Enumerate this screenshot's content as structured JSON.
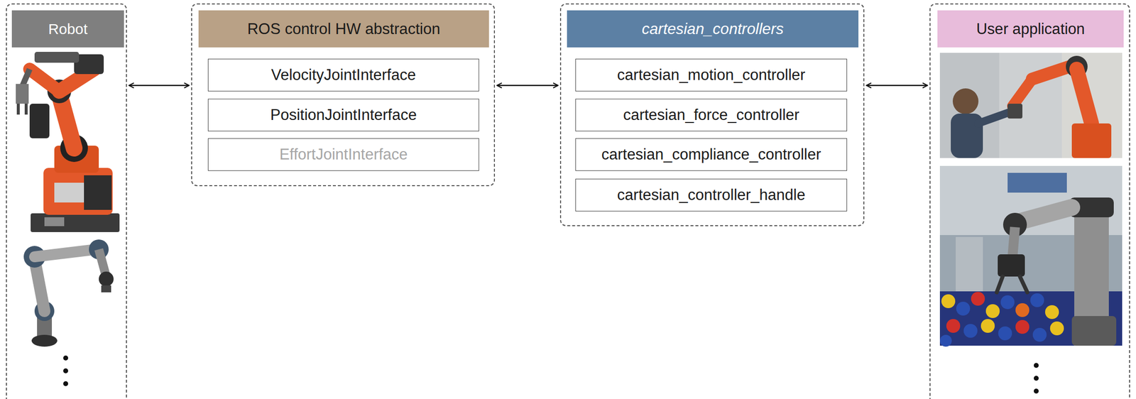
{
  "diagram": {
    "nodes": [
      {
        "text": [
          "Robot"
        ]
      },
      {
        "text": [
          "ROS control HW abstraction"
        ]
      },
      {
        "text": [
          "VelocityJointInterface"
        ],
        "in": 1
      },
      {
        "text": [
          "PositionJointInterface"
        ],
        "in": 1
      },
      {
        "text": [
          "EffortJointInterface"
        ],
        "in": 1
      },
      {
        "text": [
          "cartesian_controllers"
        ]
      },
      {
        "text": [
          "cartesian_motion_controller"
        ],
        "in": 5
      },
      {
        "text": [
          "cartesian_force_controller"
        ],
        "in": 5
      },
      {
        "text": [
          "cartesian_compliance_controller"
        ],
        "in": 5
      },
      {
        "text": [
          "cartesian_controller_handle"
        ],
        "in": 5
      },
      {
        "text": [
          "User application"
        ]
      }
    ],
    "edges": [
      {
        "from": 0,
        "to": 1,
        "arrow": "both"
      },
      {
        "from": 1,
        "to": 5,
        "arrow": "both"
      },
      {
        "from": 5,
        "to": 10,
        "arrow": "both"
      }
    ]
  }
}
